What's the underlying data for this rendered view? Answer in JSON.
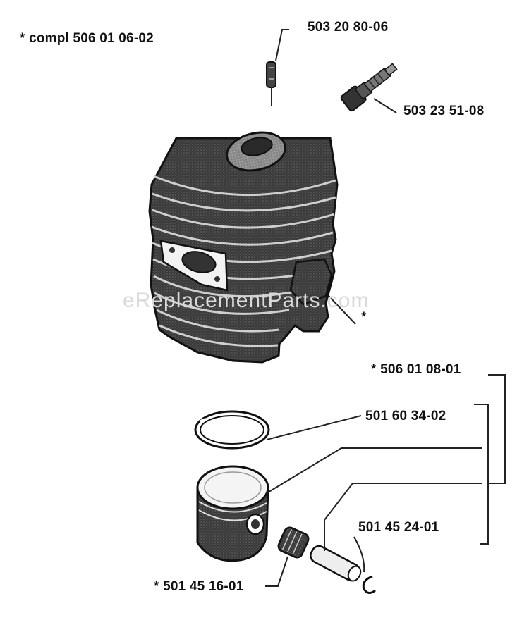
{
  "labels": {
    "compl": "*  compl 506 01 06-02",
    "pin_top": "503 20 80-06",
    "decomp_valve": "503 23 51-08",
    "cylinder_star": "*",
    "kit": "*  506 01 08-01",
    "ring": "501 60 34-02",
    "circlip": "501 45 24-01",
    "bearing": "*  501 45 16-01"
  },
  "watermark": "eReplacementParts.com"
}
